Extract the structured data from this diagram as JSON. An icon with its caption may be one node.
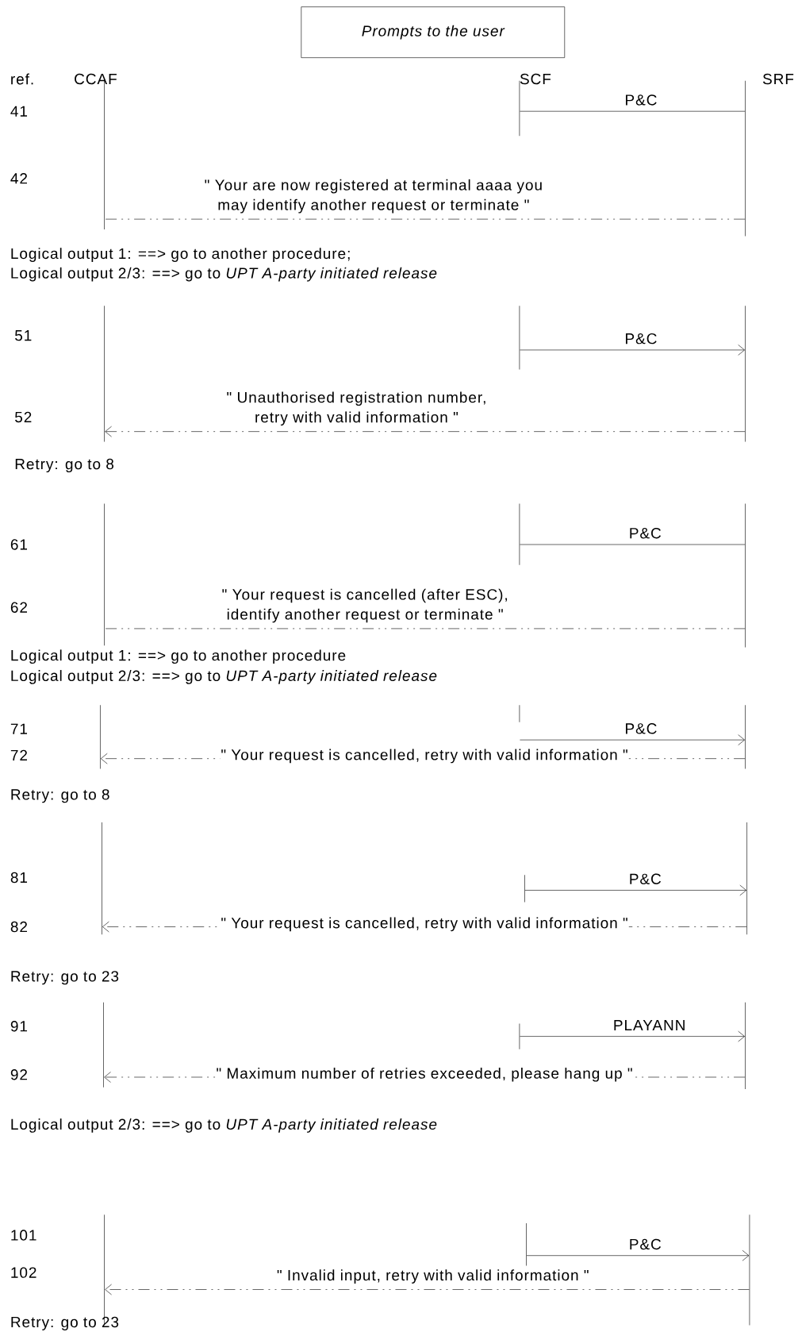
{
  "diagram": {
    "nodes": [
      {
        "text": [
          "Prompts to the user"
        ]
      },
      {
        "text": [],
        "shape": "line"
      },
      {
        "text": [],
        "shape": "line"
      },
      {
        "text": [],
        "shape": "line"
      },
      {
        "text": [],
        "shape": "line"
      },
      {
        "text": [],
        "shape": "line"
      },
      {
        "text": [],
        "shape": "line"
      },
      {
        "text": [],
        "shape": "line"
      },
      {
        "text": [],
        "shape": "line"
      },
      {
        "text": [],
        "shape": "line"
      },
      {
        "text": [],
        "shape": "line"
      },
      {
        "text": [],
        "shape": "line"
      },
      {
        "text": [],
        "shape": "line"
      },
      {
        "text": [],
        "shape": "line"
      },
      {
        "text": [],
        "shape": "line"
      },
      {
        "text": [],
        "shape": "line"
      },
      {
        "text": [],
        "shape": "line"
      },
      {
        "text": [],
        "shape": "line"
      },
      {
        "text": [],
        "shape": "line"
      },
      {
        "text": [],
        "shape": "line"
      },
      {
        "text": [],
        "shape": "line"
      },
      {
        "text": [],
        "shape": "line"
      }
    ],
    "edges": [
      {
        "from": 2,
        "to": 3,
        "arrow": "none",
        "label": "P&C"
      },
      {
        "from": 3,
        "to": 1,
        "arrow": "none",
        "style": "dashed",
        "label": "\" Your are now registered at terminal aaaa you may identify another request or terminate \""
      },
      {
        "from": 5,
        "to": 6,
        "arrow": "to",
        "label": "P&C"
      },
      {
        "from": 6,
        "to": 4,
        "arrow": "to",
        "style": "dashed",
        "label": "\" Unauthorised registration number, retry with valid information \""
      },
      {
        "from": 8,
        "to": 9,
        "arrow": "none",
        "label": "P&C"
      },
      {
        "from": 9,
        "to": 7,
        "arrow": "none",
        "style": "dashed",
        "label": "\" Your request is cancelled (after ESC), identify another request or terminate \""
      },
      {
        "from": 11,
        "to": 12,
        "arrow": "to",
        "label": "P&C"
      },
      {
        "from": 12,
        "to": 10,
        "arrow": "to",
        "style": "dashed",
        "label": "\" Your request is cancelled, retry with valid information \""
      },
      {
        "from": 14,
        "to": 15,
        "arrow": "to",
        "label": "P&C"
      },
      {
        "from": 15,
        "to": 13,
        "arrow": "to",
        "style": "dashed",
        "label": "\" Your request is cancelled, retry with valid information \""
      },
      {
        "from": 17,
        "to": 18,
        "arrow": "to",
        "label": "PLAYANN"
      },
      {
        "from": 18,
        "to": 16,
        "arrow": "to",
        "style": "dashed",
        "label": "\" Maximum number of retries exceeded, please hang up \""
      },
      {
        "from": 20,
        "to": 21,
        "arrow": "to",
        "label": "P&C"
      },
      {
        "from": 21,
        "to": 19,
        "arrow": "to",
        "style": "dashed",
        "label": "\" Invalid input, retry with valid information \""
      }
    ],
    "labels": [
      "ref.",
      "CCAF",
      "SCF",
      "SRF",
      "41",
      "42",
      "Logical output 1: ==> go to another procedure;",
      "Logical output 2/3: ==> go to *UPT A-party initiated release*",
      "51",
      "52",
      "Retry: go to 8",
      "61",
      "62",
      "Logical output 1: ==> go to another procedure",
      "Logical output 2/3: ==> go to *UPT A-party initiated release*",
      "71",
      "72",
      "Retry: go to 8",
      "81",
      "82",
      "Retry: go to 23",
      "91",
      "92",
      "Logical output 2/3: ==> go to *UPT A-party initiated release*",
      "101",
      "102",
      "Retry: go to 23"
    ]
  }
}
